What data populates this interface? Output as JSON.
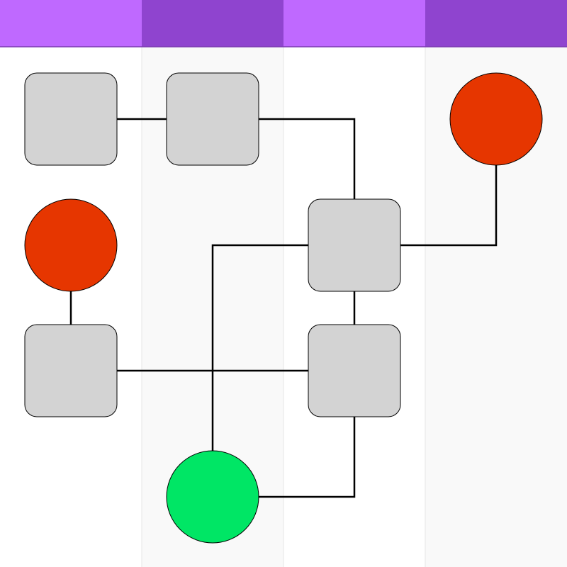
{
  "diagram": {
    "type": "swimlane-flowchart",
    "header_colors": [
      "#bf69ff",
      "#8f44cf",
      "#bf69ff",
      "#8f44cf"
    ],
    "lane_colors": [
      "#ffffff",
      "#f9f9f9",
      "#ffffff",
      "#f9f9f9"
    ],
    "lane_labels": [
      "",
      "",
      "",
      ""
    ],
    "node_colors": {
      "process": "#d3d3d3",
      "terminal-end": "#e63600",
      "terminal-start": "#00e665"
    },
    "nodes": [
      {
        "id": "process-a",
        "kind": "process",
        "lane": 1
      },
      {
        "id": "process-b",
        "kind": "process",
        "lane": 2
      },
      {
        "id": "end-top-right",
        "kind": "terminal-end",
        "lane": 4
      },
      {
        "id": "end-left",
        "kind": "terminal-end",
        "lane": 1
      },
      {
        "id": "process-c",
        "kind": "process",
        "lane": 3
      },
      {
        "id": "process-d",
        "kind": "process",
        "lane": 1
      },
      {
        "id": "process-e",
        "kind": "process",
        "lane": 3
      },
      {
        "id": "start",
        "kind": "terminal-start",
        "lane": 2
      }
    ],
    "edges": [
      {
        "from": "process-a",
        "to": "process-b"
      },
      {
        "from": "process-b",
        "to": "process-c"
      },
      {
        "from": "process-c",
        "to": "end-top-right"
      },
      {
        "from": "process-c",
        "to": "start"
      },
      {
        "from": "process-c",
        "to": "process-e"
      },
      {
        "from": "end-left",
        "to": "process-d"
      },
      {
        "from": "process-d",
        "to": "process-e"
      },
      {
        "from": "process-e",
        "to": "start"
      }
    ]
  }
}
